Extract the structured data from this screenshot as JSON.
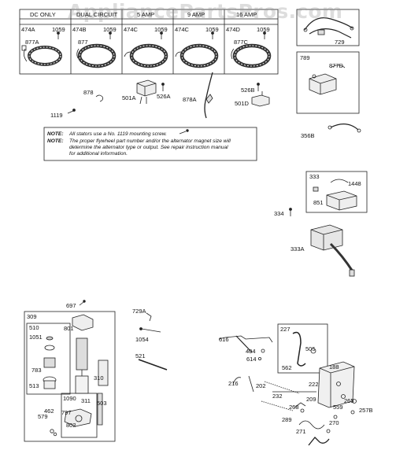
{
  "watermark": "AppliancePartsPros.com",
  "stator_table": {
    "columns": [
      {
        "title": "DC ONLY",
        "left_part": "474A",
        "right_part": "1059",
        "stator": "877A"
      },
      {
        "title": "DUAL CIRCUIT",
        "left_part": "474B",
        "right_part": "1059",
        "stator": "877"
      },
      {
        "title": "5 AMP",
        "left_part": "474C",
        "right_part": "1059",
        "stator": ""
      },
      {
        "title": "9 AMP",
        "left_part": "474C",
        "right_part": "1059",
        "stator": ""
      },
      {
        "title": "16 AMP",
        "left_part": "474D",
        "right_part": "1059",
        "stator": "877C"
      }
    ]
  },
  "note": {
    "label1": "NOTE:",
    "text1": "All stators use a No. 1119 mounting screw.",
    "label2": "NOTE:",
    "text2a": "The proper flywheel part number and/or the alternator magnet size will",
    "text2b": "determine the alternator type or output. See repair instruction manual",
    "text2c": "for additional information."
  },
  "parts": {
    "p878": "878",
    "p501A": "501A",
    "p526A": "526A",
    "p878A": "878A",
    "p526B": "526B",
    "p501D": "501D",
    "p1119": "1119",
    "p729": "729",
    "p789": "789",
    "p877D": "877D",
    "p356B": "356B",
    "p333": "333",
    "p1448": "1448",
    "p851": "851",
    "p334": "334",
    "p333A": "333A",
    "p697": "697",
    "p309": "309",
    "p510": "510",
    "p801": "801",
    "p1051": "1051",
    "p783": "783",
    "p513": "513",
    "p310": "310",
    "p1090": "1090",
    "p311": "311",
    "p797": "797",
    "p462": "462",
    "p579": "579",
    "p802": "802",
    "p503": "503",
    "p729A": "729A",
    "p1054": "1054",
    "p521": "521",
    "p616": "616",
    "p404": "404",
    "p614": "614",
    "p227": "227",
    "p505": "505",
    "p562": "562",
    "p188": "188",
    "p216": "216",
    "p202": "202",
    "p232": "232",
    "p222": "222",
    "p209": "209",
    "p268": "268",
    "p559": "559",
    "p265": "265",
    "p257B": "257B",
    "p289": "289",
    "p270": "270",
    "p271": "271"
  }
}
